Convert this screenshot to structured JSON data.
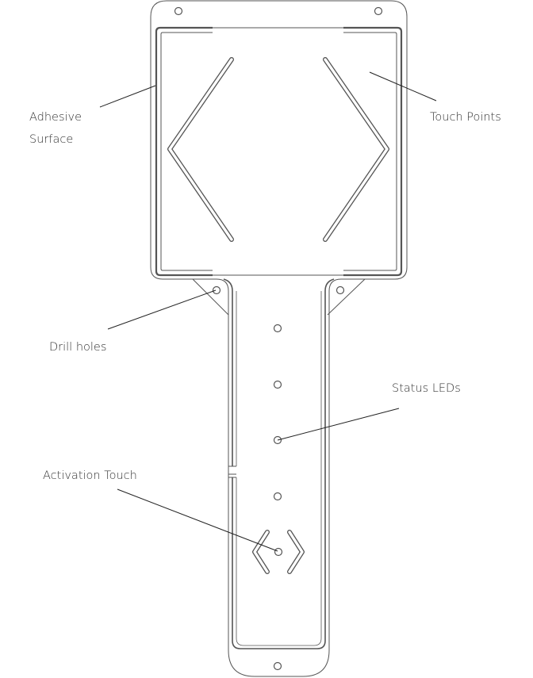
{
  "labels": {
    "adhesive_line1": "Adhesive",
    "adhesive_line2": "Surface",
    "touch_points": "Touch Points",
    "drill_holes": "Drill holes",
    "status_leds": "Status LEDs",
    "activation_touch": "Activation Touch"
  },
  "colors": {
    "outline": "#555555",
    "leader": "#222222",
    "text": "#333333"
  }
}
